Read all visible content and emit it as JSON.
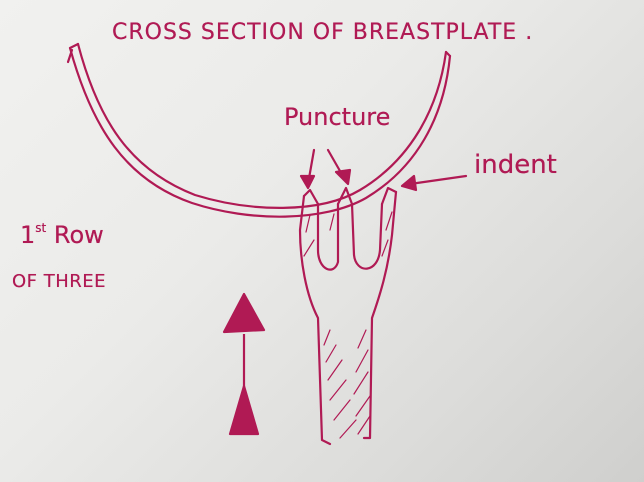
{
  "title": "CROSS SECTION OF BREASTPLATE .",
  "labels": {
    "puncture": "Puncture",
    "indent": "indent",
    "row_ordinal": "1",
    "row_suffix": "st",
    "row_word": "Row",
    "row_group": "OF THREE"
  },
  "colors": {
    "ink": "#b01a54",
    "paper": "#eeeeec"
  }
}
